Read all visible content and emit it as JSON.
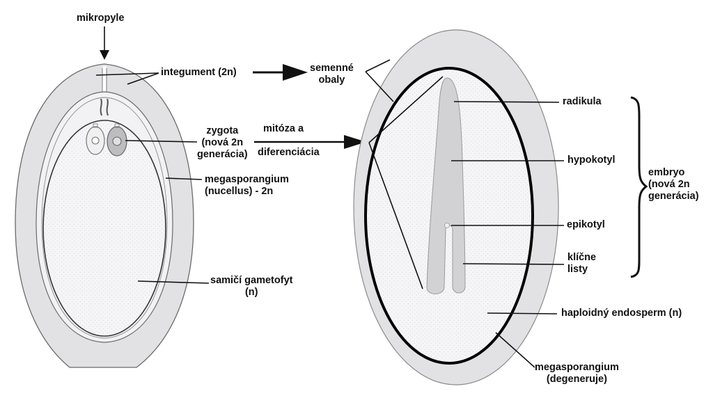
{
  "left_ovule": {
    "mikropyle": "mikropyle",
    "integument": "integument (2n)",
    "zygota": [
      "zygota",
      "(nová 2n",
      "generácia)"
    ],
    "megasporangium": [
      "megasporangium",
      "(nucellus) - 2n"
    ],
    "gametofyt": [
      "samičí gametofyt",
      "(n)"
    ]
  },
  "transition": {
    "top": "mitóza a",
    "bottom": "diferenciácia"
  },
  "seed": {
    "semenne_obaly": [
      "semenné",
      "obaly"
    ],
    "radikula": "radikula",
    "hypokotyl": "hypokotyl",
    "epikotyl": "epikotyl",
    "klicne_listy": [
      "klíčne",
      "listy"
    ],
    "endosperm": "haploidný endosperm (n)",
    "megasporangium": [
      "megasporangium",
      "(degeneruje)"
    ],
    "embryo": [
      "embryo",
      "(nová 2n",
      "generácia)"
    ]
  },
  "colors": {
    "integument_fill": "#e2e2e4",
    "inner_fill": "#f4f4f6",
    "outline": "#555555",
    "seed_wall": "#111111",
    "embryo_fill": "#d3d3d5",
    "arrow": "#111111"
  }
}
